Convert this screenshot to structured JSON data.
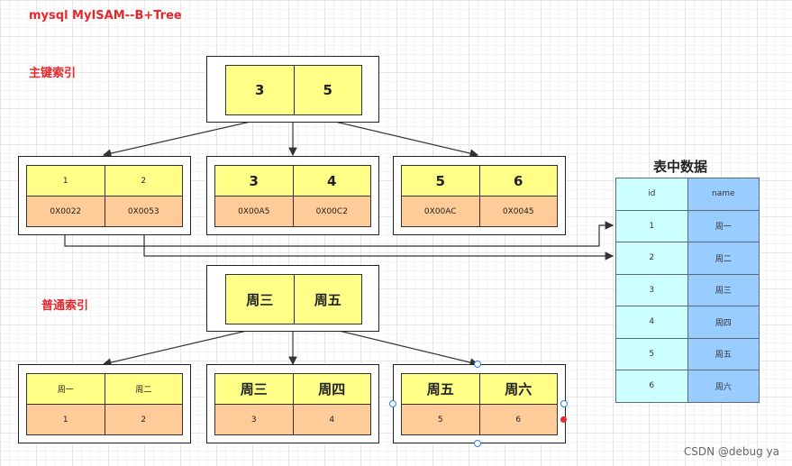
{
  "title": "mysql MyISAM--B+Tree",
  "primary_index_label": "主键索引",
  "secondary_index_label": "普通索引",
  "table_title": "表中数据",
  "primary_root": [
    "3",
    "5"
  ],
  "primary_leaves": [
    {
      "keys": [
        "1",
        "2"
      ],
      "addrs": [
        "0X0022",
        "0X0053"
      ]
    },
    {
      "keys": [
        "3",
        "4"
      ],
      "addrs": [
        "0X00A5",
        "0X00C2"
      ]
    },
    {
      "keys": [
        "5",
        "6"
      ],
      "addrs": [
        "0X00AC",
        "0X0045"
      ]
    }
  ],
  "secondary_root": [
    "周三",
    "周五"
  ],
  "secondary_leaves": [
    {
      "keys": [
        "周一",
        "周二"
      ],
      "ids": [
        "1",
        "2"
      ]
    },
    {
      "keys": [
        "周三",
        "周四"
      ],
      "ids": [
        "3",
        "4"
      ]
    },
    {
      "keys": [
        "周五",
        "周六"
      ],
      "ids": [
        "5",
        "6"
      ]
    }
  ],
  "table": {
    "headers": [
      "id",
      "name"
    ],
    "rows": [
      [
        "1",
        "周一"
      ],
      [
        "2",
        "周二"
      ],
      [
        "3",
        "周三"
      ],
      [
        "4",
        "周四"
      ],
      [
        "5",
        "周五"
      ],
      [
        "6",
        "周六"
      ]
    ]
  },
  "watermark": "CSDN @debug ya"
}
